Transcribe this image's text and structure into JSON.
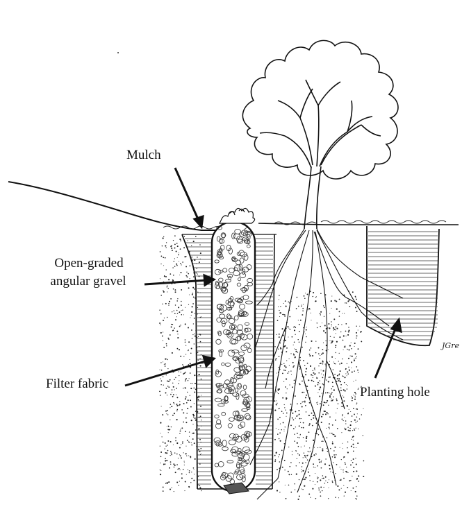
{
  "labels": {
    "mulch": "Mulch",
    "gravel_line1": "Open-graded",
    "gravel_line2": "angular gravel",
    "filter_fabric": "Filter fabric",
    "planting_hole": "Planting hole"
  },
  "signature": "JGre",
  "colors": {
    "ink": "#111111",
    "paper": "#ffffff"
  }
}
